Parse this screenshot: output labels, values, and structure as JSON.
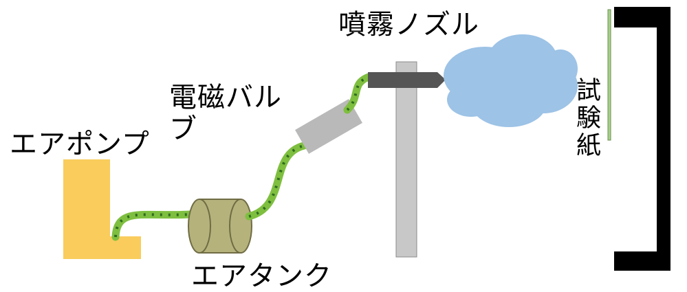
{
  "labels": {
    "air_pump": "エアポンプ",
    "solenoid_valve_line1": "電磁バル",
    "solenoid_valve_line2": "ブ",
    "air_tank": "エアタンク",
    "spray_nozzle": "噴霧ノズル",
    "test_paper": "試験紙"
  },
  "colors": {
    "pump": "#f9cc5c",
    "tube": "#7fbf40",
    "tube_arrow": "#2e6b1f",
    "tank": "#b5b27c",
    "tank_outline": "#6f6c44",
    "valve": "#b9b9b9",
    "nozzle_bar": "#555555",
    "stand": "#c8c8c8",
    "cloud": "#9dc3e6",
    "frame": "#000000",
    "paper": "#a8d08d"
  }
}
